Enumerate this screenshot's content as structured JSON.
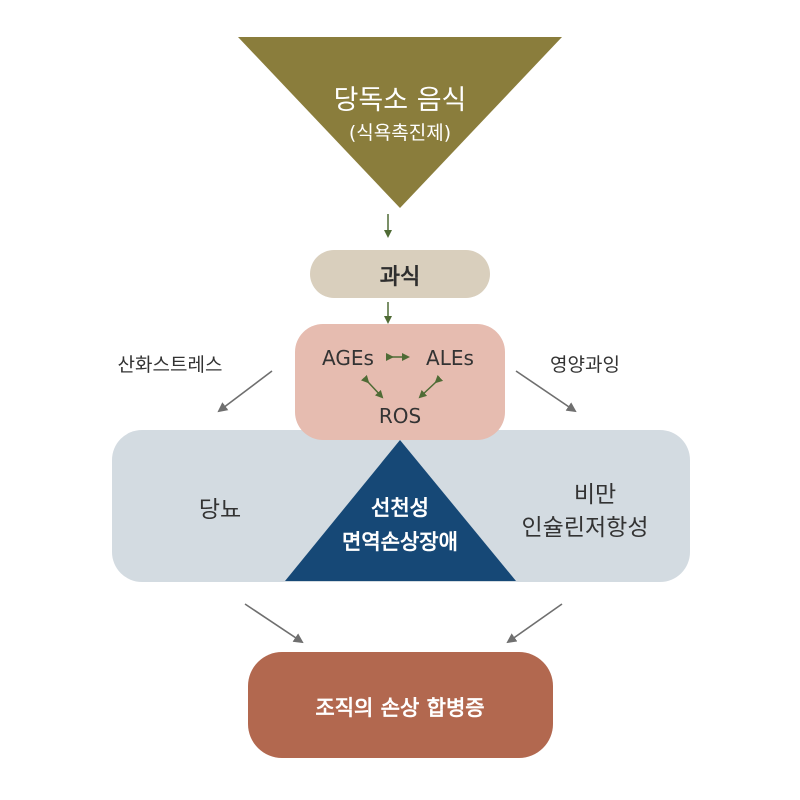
{
  "diagram": {
    "top_triangle": {
      "title": "당독소 음식",
      "subtitle": "(식욕촉진제)"
    },
    "overeating": "과식",
    "center_box": {
      "ages": "AGEs",
      "ales": "ALEs",
      "ros": "ROS"
    },
    "left_side_label": "산화스트레스",
    "right_side_label": "영양과잉",
    "middle_band": {
      "left": "당뇨",
      "center_line1": "선천성",
      "center_line2": "면역손상장애",
      "right_line1": "비만",
      "right_line2": "인슐린저항성"
    },
    "bottom_box": "조직의 손상 합병증",
    "colors": {
      "triangle": "#8a7d3c",
      "overeating_pill": "#d9cfbd",
      "center_box": "#e6bcb0",
      "middle_band": "#d3dbe1",
      "inner_triangle": "#164876",
      "bottom_box": "#b2684f",
      "arrow_dark": "#4f6b35",
      "arrow_gray": "#6f6f6f"
    }
  }
}
